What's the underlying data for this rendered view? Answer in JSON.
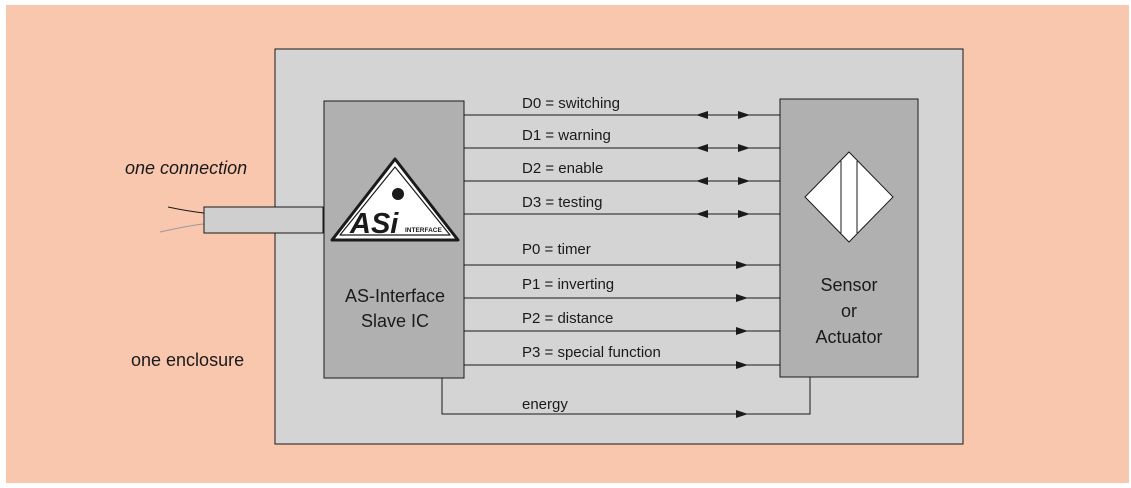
{
  "outer_labels": {
    "connection": "one connection",
    "enclosure": "one enclosure"
  },
  "slave_ic": {
    "line1": "AS-Interface",
    "line2": "Slave IC",
    "logo_letters": "ASi",
    "logo_small": "INTERFACE"
  },
  "device": {
    "line1": "Sensor",
    "line2": "or",
    "line3": "Actuator"
  },
  "data_bits": [
    {
      "label": "D0 = switching"
    },
    {
      "label": "D1 = warning"
    },
    {
      "label": "D2 = enable"
    },
    {
      "label": "D3 = testing"
    }
  ],
  "param_bits": [
    {
      "label": "P0 = timer"
    },
    {
      "label": "P1 = inverting"
    },
    {
      "label": "P2 = distance"
    },
    {
      "label": "P3 = special function"
    }
  ],
  "energy": {
    "label": "energy"
  },
  "colors": {
    "background": "#f9c6ae",
    "enclosure": "#d4d4d4",
    "block": "#b0b0b0",
    "line": "#1a1a1a"
  }
}
